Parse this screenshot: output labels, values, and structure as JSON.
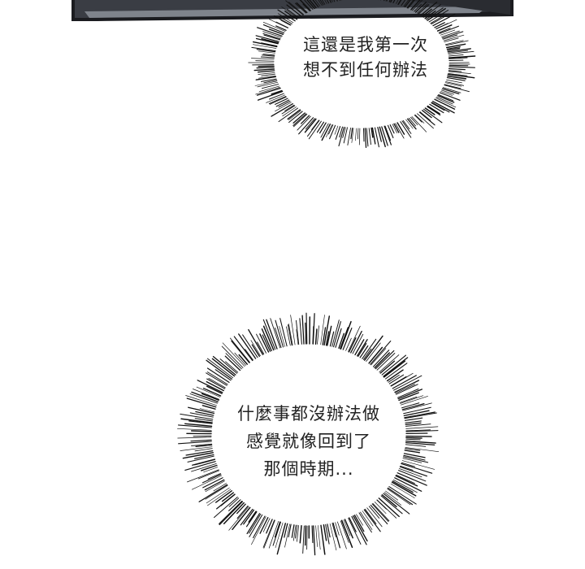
{
  "panel": {
    "frame_colors": {
      "dark": "#3a3d44",
      "metal": "#7f848c",
      "edge": "#1b1c20"
    }
  },
  "bubbles": [
    {
      "lines": [
        "這還是我第一次",
        "想不到任何辦法"
      ]
    },
    {
      "lines": [
        "什麼事都沒辦法做",
        "感覺就像回到了",
        "那個時期..."
      ]
    }
  ],
  "colors": {
    "text": "#222222",
    "lines": "#111111",
    "background": "#ffffff"
  }
}
